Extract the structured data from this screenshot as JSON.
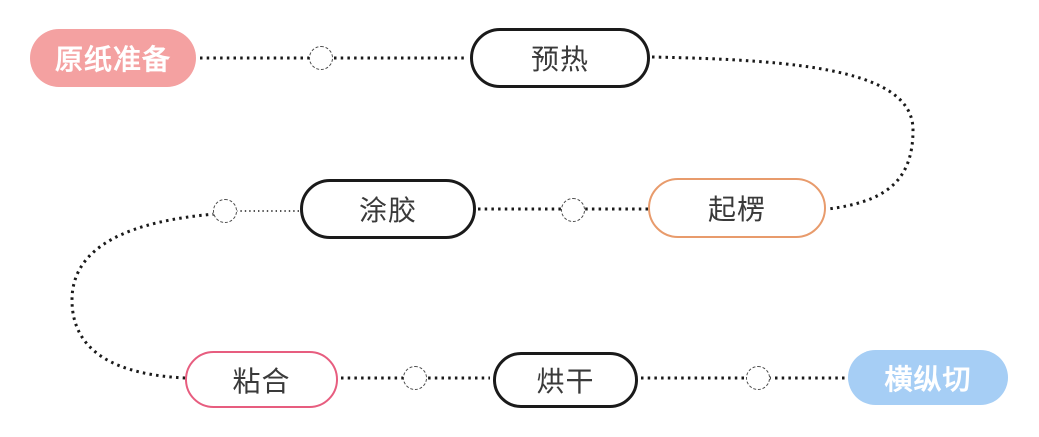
{
  "diagram": {
    "description": "corrugated paper production process flow (snake layout)",
    "nodes": [
      {
        "id": "yuanzhi-zhunbei",
        "label": "原纸准备",
        "style": "filled",
        "color": "#F4A1A1",
        "row": "top",
        "position": "left"
      },
      {
        "id": "yure",
        "label": "预热",
        "style": "outlined",
        "color": "#1a1a1a",
        "row": "top",
        "position": "center"
      },
      {
        "id": "qileng",
        "label": "起楞",
        "style": "outlined",
        "color": "#E89B6C",
        "row": "middle",
        "position": "right"
      },
      {
        "id": "tujiao",
        "label": "涂胶",
        "style": "outlined",
        "color": "#1a1a1a",
        "row": "middle",
        "position": "center"
      },
      {
        "id": "zhanhe",
        "label": "粘合",
        "style": "outlined",
        "color": "#E75D7F",
        "row": "bottom",
        "position": "left"
      },
      {
        "id": "honggan",
        "label": "烘干",
        "style": "outlined",
        "color": "#1a1a1a",
        "row": "bottom",
        "position": "center"
      },
      {
        "id": "hengzongqie",
        "label": "横纵切",
        "style": "filled",
        "color": "#A6CEF5",
        "row": "bottom",
        "position": "right"
      }
    ],
    "flow_order": [
      "原纸准备",
      "预热",
      "起楞",
      "涂胶",
      "粘合",
      "烘干",
      "横纵切"
    ],
    "connectors": [
      {
        "from": "原纸准备",
        "to": "预热",
        "type": "dotted-line",
        "via": "dashed-circle"
      },
      {
        "from": "预热",
        "to": "起楞",
        "type": "dotted-curve-right"
      },
      {
        "from": "起楞",
        "to": "涂胶",
        "type": "dotted-line",
        "via": "dashed-circle"
      },
      {
        "from": "涂胶",
        "to": "粘合",
        "type": "dotted-curve-left",
        "via": "dashed-circle"
      },
      {
        "from": "粘合",
        "to": "烘干",
        "type": "dotted-line",
        "via": "dashed-circle"
      },
      {
        "from": "烘干",
        "to": "横纵切",
        "type": "dotted-line",
        "via": "dashed-circle"
      }
    ],
    "colors": {
      "node_fill_pink": "#F4A1A1",
      "node_fill_blue": "#A6CEF5",
      "border_black": "#1a1a1a",
      "border_orange": "#E89B6C",
      "border_rose": "#E75D7F",
      "dotted_line": "#1a1a1a",
      "dashed_circle": "#4a4a4a",
      "text_dark": "#3a3a3a",
      "text_light": "#ffffff",
      "background": "#ffffff"
    }
  }
}
